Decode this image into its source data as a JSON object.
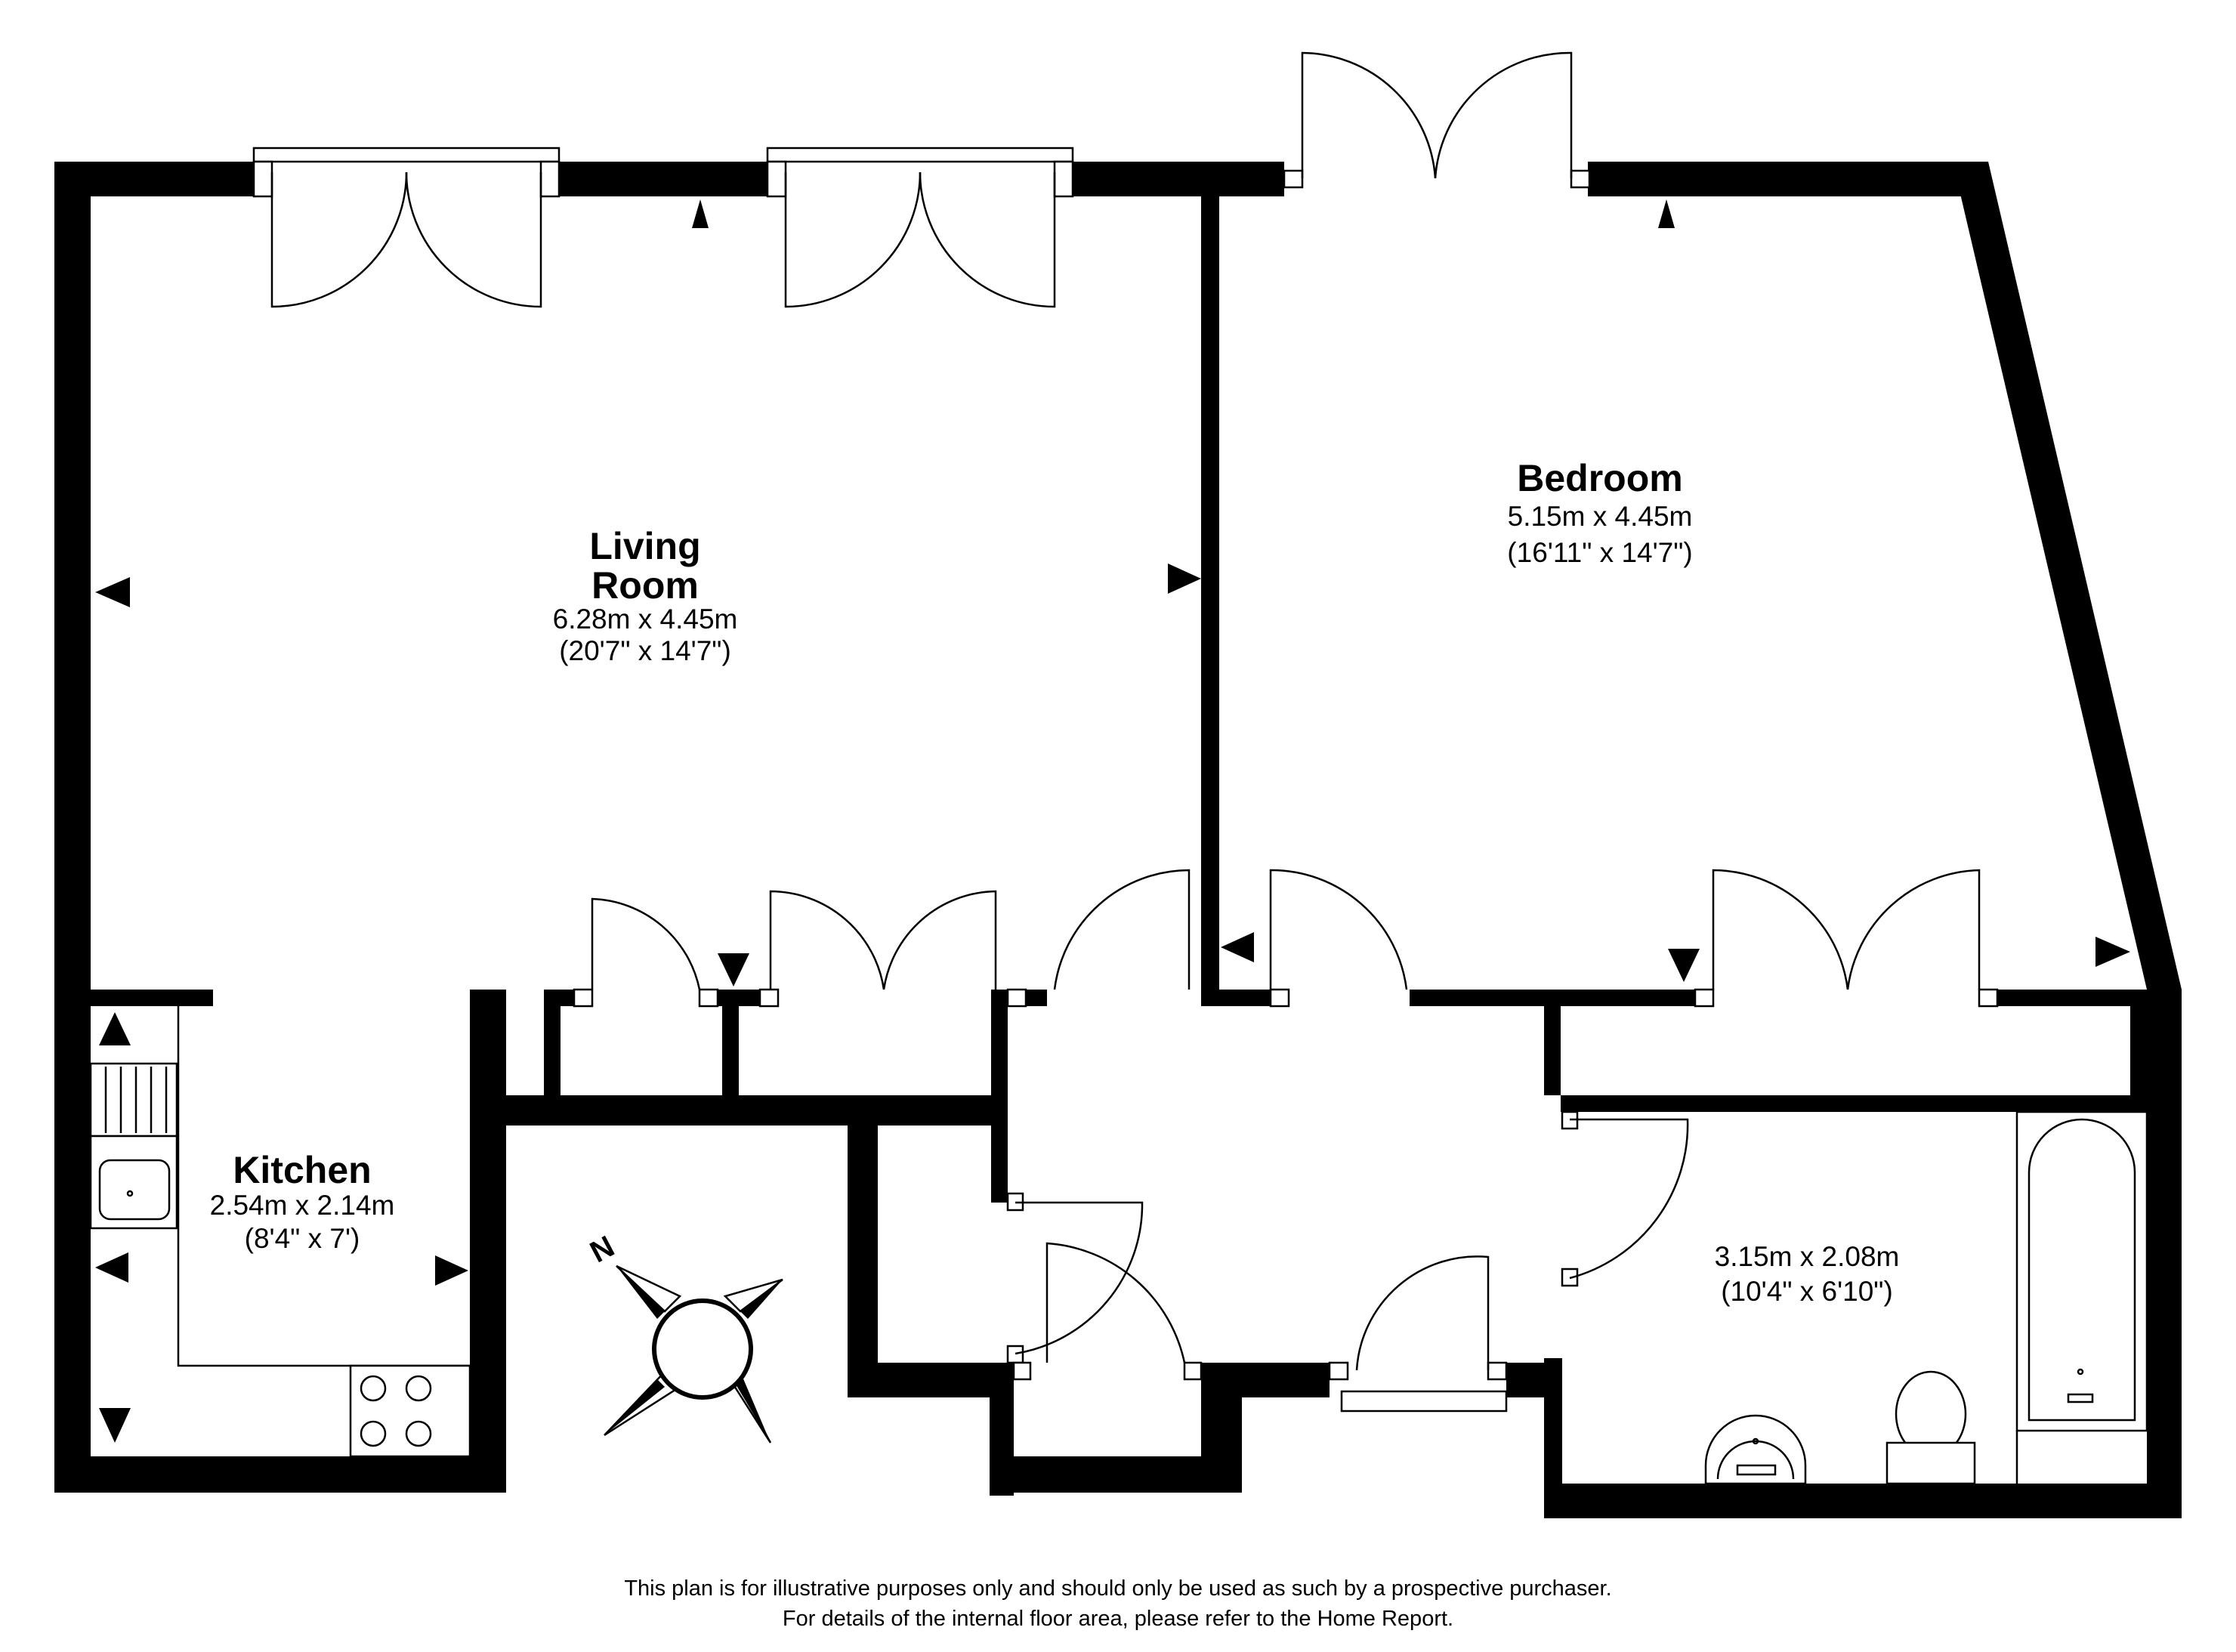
{
  "rooms": {
    "living": {
      "name_line1": "Living",
      "name_line2": "Room",
      "metric": "6.28m x 4.45m",
      "imperial": "(20'7\" x 14'7\")"
    },
    "bedroom": {
      "name": "Bedroom",
      "metric": "5.15m x 4.45m",
      "imperial": "(16'11\" x 14'7\")"
    },
    "kitchen": {
      "name": "Kitchen",
      "metric": "2.54m x 2.14m",
      "imperial": "(8'4\" x 7')"
    },
    "bathroom": {
      "metric": "3.15m x 2.08m",
      "imperial": "(10'4\" x 6'10\")"
    }
  },
  "compass": {
    "label": "N"
  },
  "disclaimer": {
    "line1": "This plan is for illustrative purposes only and should only be used as such by a prospective purchaser.",
    "line2": "For details of the internal floor area, please refer to the Home Report."
  },
  "colors": {
    "wall": "#000000",
    "background": "#ffffff"
  }
}
